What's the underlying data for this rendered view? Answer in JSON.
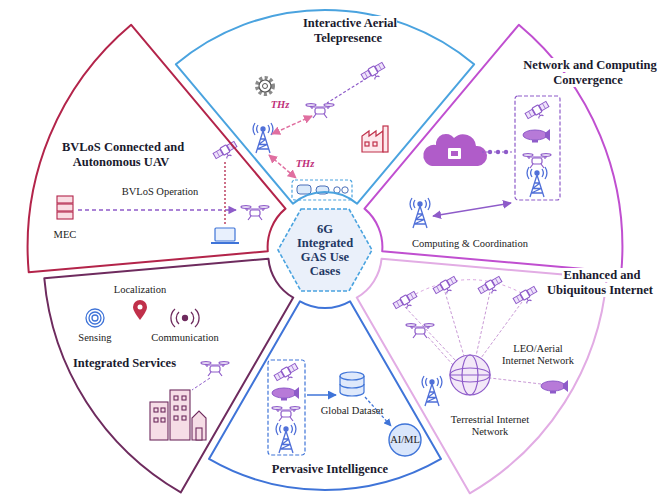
{
  "diagram": {
    "nodes": [
      {
        "text": [
          "6G Integrated GAS Use Cases"
        ]
      },
      {
        "text": [
          "Interactive Aerial Telepresence"
        ]
      },
      {
        "text": [
          "Network and Computing Convergence"
        ]
      },
      {
        "text": [
          "Enhanced and Ubiquitous Internet"
        ]
      },
      {
        "text": [
          "Pervasive Intelligence"
        ]
      },
      {
        "text": [
          "Integrated Services"
        ]
      },
      {
        "text": [
          "BVLoS Connected and Autonomous UAV"
        ]
      }
    ],
    "labels": [
      "THz",
      "THz",
      "Computing & Coordination",
      "LEO/Aerial Internet Network",
      "Terrestrial Internet Network",
      "Global Dataset",
      "AI/ML",
      "Localization",
      "Sensing",
      "Communication",
      "BVLoS Operation",
      "MEC"
    ]
  }
}
